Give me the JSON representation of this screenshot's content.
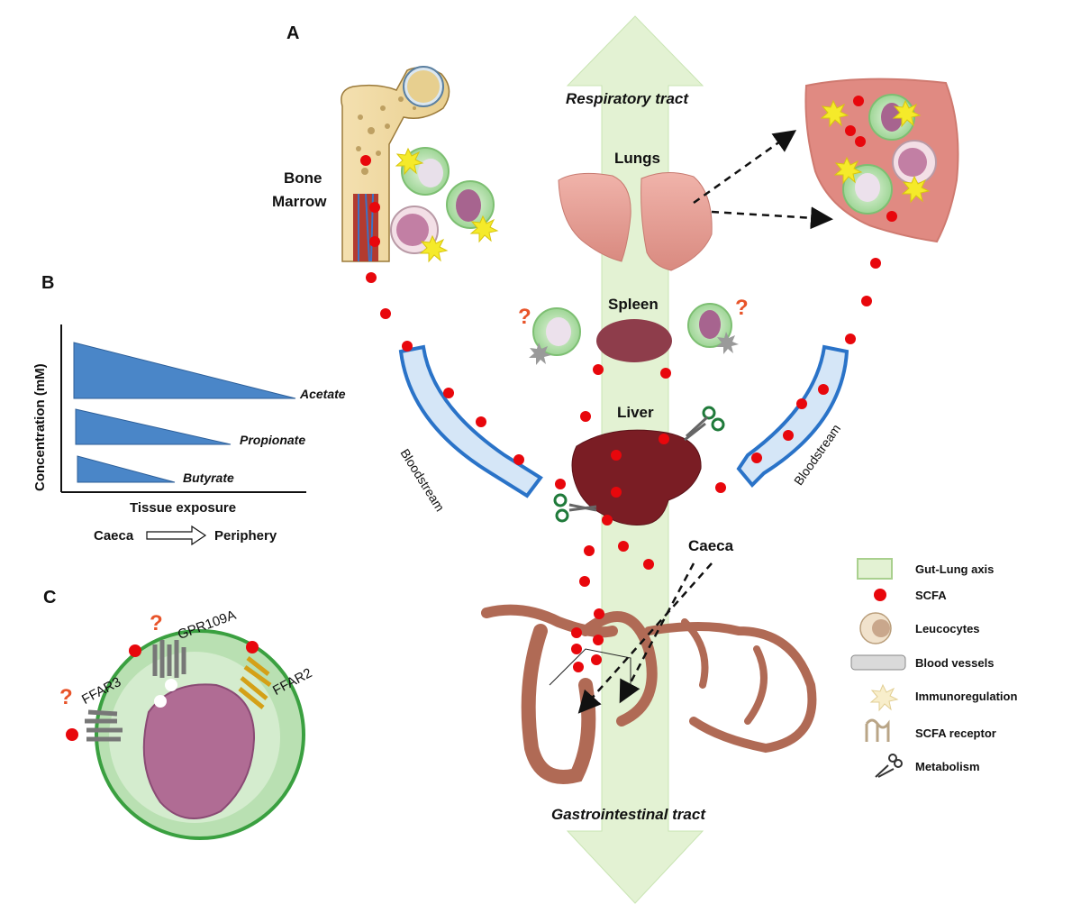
{
  "panels": {
    "a": "A",
    "b": "B",
    "c": "C"
  },
  "tracts": {
    "respiratory": "Respiratory tract",
    "gastrointestinal": "Gastrointestinal tract"
  },
  "organs": {
    "bone_marrow_1": "Bone",
    "bone_marrow_2": "Marrow",
    "lungs": "Lungs",
    "spleen": "Spleen",
    "liver": "Liver",
    "caeca": "Caeca",
    "bloodstream_left": "Bloodstream",
    "bloodstream_right": "Bloodstream"
  },
  "question_mark": "?",
  "panel_b": {
    "ylabel": "Concentration (mM)",
    "xlabel": "Tissue exposure",
    "flow_from": "Caeca",
    "flow_to": "Periphery",
    "series": [
      "Acetate",
      "Propionate",
      "Butyrate"
    ]
  },
  "chart_data": {
    "type": "bar",
    "categories": [
      "Acetate",
      "Propionate",
      "Butyrate"
    ],
    "values": [
      3,
      2,
      1
    ],
    "xlabel": "Tissue exposure",
    "ylabel": "Concentration (mM)"
  },
  "panel_c": {
    "receptors": [
      "GPR109A",
      "FFAR3",
      "FFAR2"
    ]
  },
  "legend": {
    "gut_lung_axis": "Gut-Lung axis",
    "scfa": "SCFA",
    "leucocytes": "Leucocytes",
    "blood_vessels": "Blood vessels",
    "immunoregulation": "Immunoregulation",
    "scfa_receptor": "SCFA receptor",
    "metabolism": "Metabolism"
  },
  "colors": {
    "scfa_dot": "#e8070c",
    "axis_arrow": "#e3f2d3",
    "bar_fill": "#4a86c8",
    "leucocyte_outer": "#c7e4c0",
    "leucocyte_nucleus": "#a7648f",
    "lung_tissue": "#e49a90",
    "liver": "#7a1d24",
    "vessel_blue": "#2a73c8",
    "ffar2": "#d4a017",
    "receptor_grey": "#7a7a7a",
    "question": "#e8542a"
  }
}
